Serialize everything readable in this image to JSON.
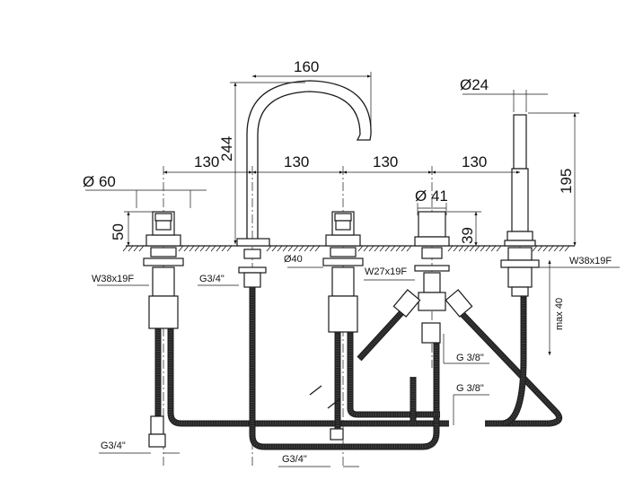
{
  "dimensions": {
    "spout_reach": "160",
    "spout_height": "244",
    "spacing_1": "130",
    "spacing_2": "130",
    "spacing_3": "130",
    "spacing_4": "130",
    "handle_diameter": "Ø 60",
    "handle_height": "50",
    "diverter_diameter": "Ø 41",
    "diverter_height": "39",
    "handshower_diameter": "Ø24",
    "handshower_height": "195",
    "spout_base_diameter": "Ø40"
  },
  "labels": {
    "thread_left": "W38x19F",
    "thread_spout": "G3/4\"",
    "thread_diverter": "W27x19F",
    "thread_right": "W38x19F",
    "max_depth": "max 40",
    "hose_g38_a": "G 3/8\"",
    "hose_g38_b": "G 3/8\"",
    "bottom_left_g34": "G3/4\"",
    "bottom_mid_g34": "G3/4\""
  }
}
